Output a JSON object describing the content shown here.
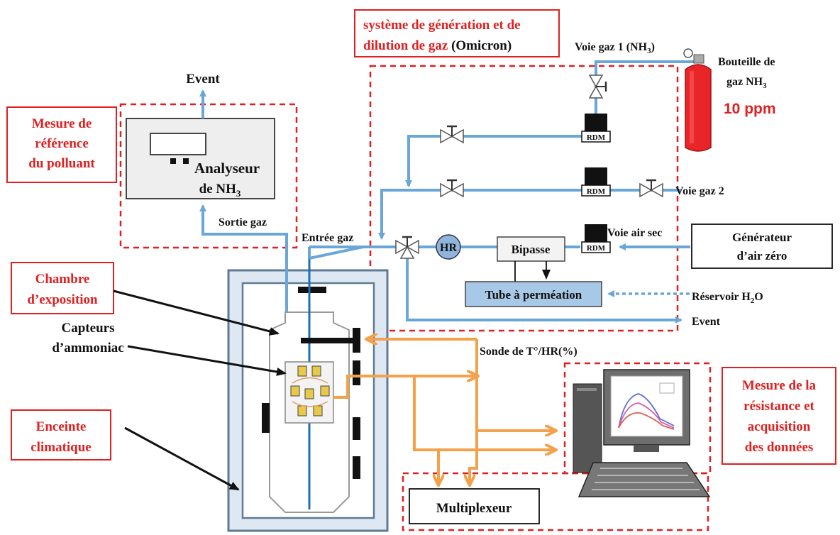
{
  "colors": {
    "pipe": "#6aa6d8",
    "accent": "#e02020",
    "orange": "#f5a04a",
    "tube_fill": "#a8c8e8",
    "cylinder": "#e8262a"
  },
  "boxes": {
    "omicron_line1": "système de génération et de",
    "omicron_line2_red": "dilution de gaz",
    "omicron_line2_black": "(Omicron)",
    "reference_line1": "Mesure de",
    "reference_line2": "référence",
    "reference_line3": "du polluant",
    "chamber_line1": "Chambre",
    "chamber_line2": "d’exposition",
    "climatic_line1": "Enceinte",
    "climatic_line2": "climatique",
    "resistance_line1": "Mesure de la",
    "resistance_line2": "résistance et",
    "resistance_line3": "acquisition",
    "resistance_line4": "des données"
  },
  "labels": {
    "event_top": "Event",
    "event_right": "Event",
    "analyzer_line1": "Analyseur",
    "analyzer_line2": "de NH",
    "analyzer_sub": "3",
    "sortie_gaz": "Sortie gaz",
    "entree_gaz": "Entrée gaz",
    "voie1": "Voie gaz 1 (NH",
    "voie1_sub": "3",
    "voie1_end": ")",
    "bottle_line1": "Bouteille de",
    "bottle_line2": "gaz NH",
    "bottle_sub": "3",
    "bottle_conc": "10 ppm",
    "voie2": "Voie gaz 2",
    "voie_air_sec": "Voie air sec",
    "generator_line1": "Générateur",
    "generator_line2": "d’air zéro",
    "reservoir": "Réservoir H",
    "reservoir_sub": "2",
    "reservoir_end": "O",
    "rdm1": "RDM",
    "rdm2": "RDM",
    "rdm3": "RDM",
    "hr": "HR",
    "bipasse": "Bipasse",
    "tube": "Tube à perméation",
    "capteurs_line1": "Capteurs",
    "capteurs_line2": "d’ammoniac",
    "sonde": "Sonde de T°/HR(%)",
    "multiplexeur": "Multiplexeur"
  }
}
